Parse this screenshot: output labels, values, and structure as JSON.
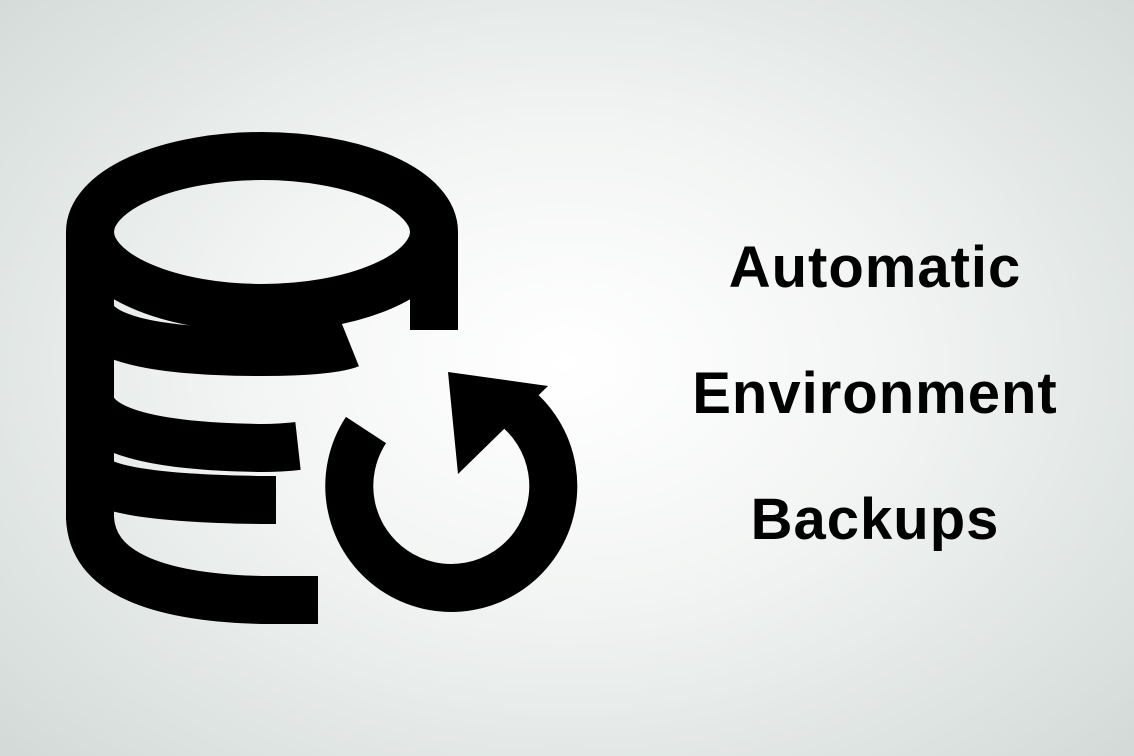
{
  "graphic": {
    "icon": "database-restore-icon",
    "color": "#000000"
  },
  "title": {
    "lines": [
      "Automatic",
      "Environment",
      "Backups"
    ]
  }
}
